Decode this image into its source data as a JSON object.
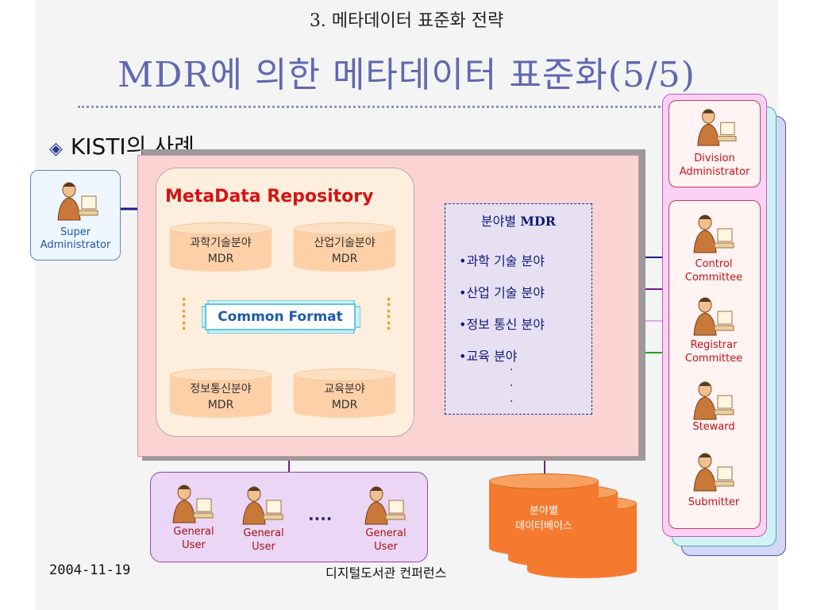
{
  "header": {
    "subtitle": "3. 메타데이터 표준화 전략",
    "title": "MDR에 의한 메타데이터 표준화(5/5)"
  },
  "bullet": {
    "text": "KISTI의 사례"
  },
  "super_admin": {
    "line1": "Super",
    "line2": "Administrator"
  },
  "repository": {
    "title": "MetaData Repository",
    "cylinders": [
      {
        "line1": "과학기술분야",
        "line2": "MDR"
      },
      {
        "line1": "산업기술분야",
        "line2": "MDR"
      },
      {
        "line1": "정보통신분야",
        "line2": "MDR"
      },
      {
        "line1": "교육분야",
        "line2": "MDR"
      }
    ],
    "common_format": "Common Format",
    "dots": ":"
  },
  "field_mdr": {
    "title_ko": "분야별",
    "title_en": "MDR",
    "items": [
      "•과학 기술 분야",
      "•산업 기술 분야",
      "•정보 통신 분야",
      "•교육 분야"
    ],
    "more": "·"
  },
  "roles": {
    "division": {
      "line1": "Division",
      "line2": "Administrator"
    },
    "list": [
      {
        "line1": "Control",
        "line2": "Committee"
      },
      {
        "line1": "Registrar",
        "line2": "Committee"
      },
      {
        "line1": "Steward",
        "line2": ""
      },
      {
        "line1": "Submitter",
        "line2": ""
      }
    ]
  },
  "users": {
    "items": [
      {
        "line1": "General",
        "line2": "User"
      },
      {
        "line1": "General",
        "line2": "User"
      },
      {
        "line1": "General",
        "line2": "User"
      }
    ],
    "ellipsis": "...."
  },
  "database": {
    "line1": "분야별",
    "line2": "데이터베이스"
  },
  "footer": {
    "date": "2004-11-19",
    "center": "디지털도서관 컨퍼런스"
  },
  "colors": {
    "title": "#6068b0",
    "repo_title": "#d21414",
    "line_navy": "#1a1a8a",
    "line_purple": "#7a1a8a",
    "line_pink": "#e0a8e0",
    "line_green": "#20a020",
    "database": "#f57a30"
  },
  "icons": [
    "person-at-computer-icon",
    "diamond-bullet-icon"
  ]
}
